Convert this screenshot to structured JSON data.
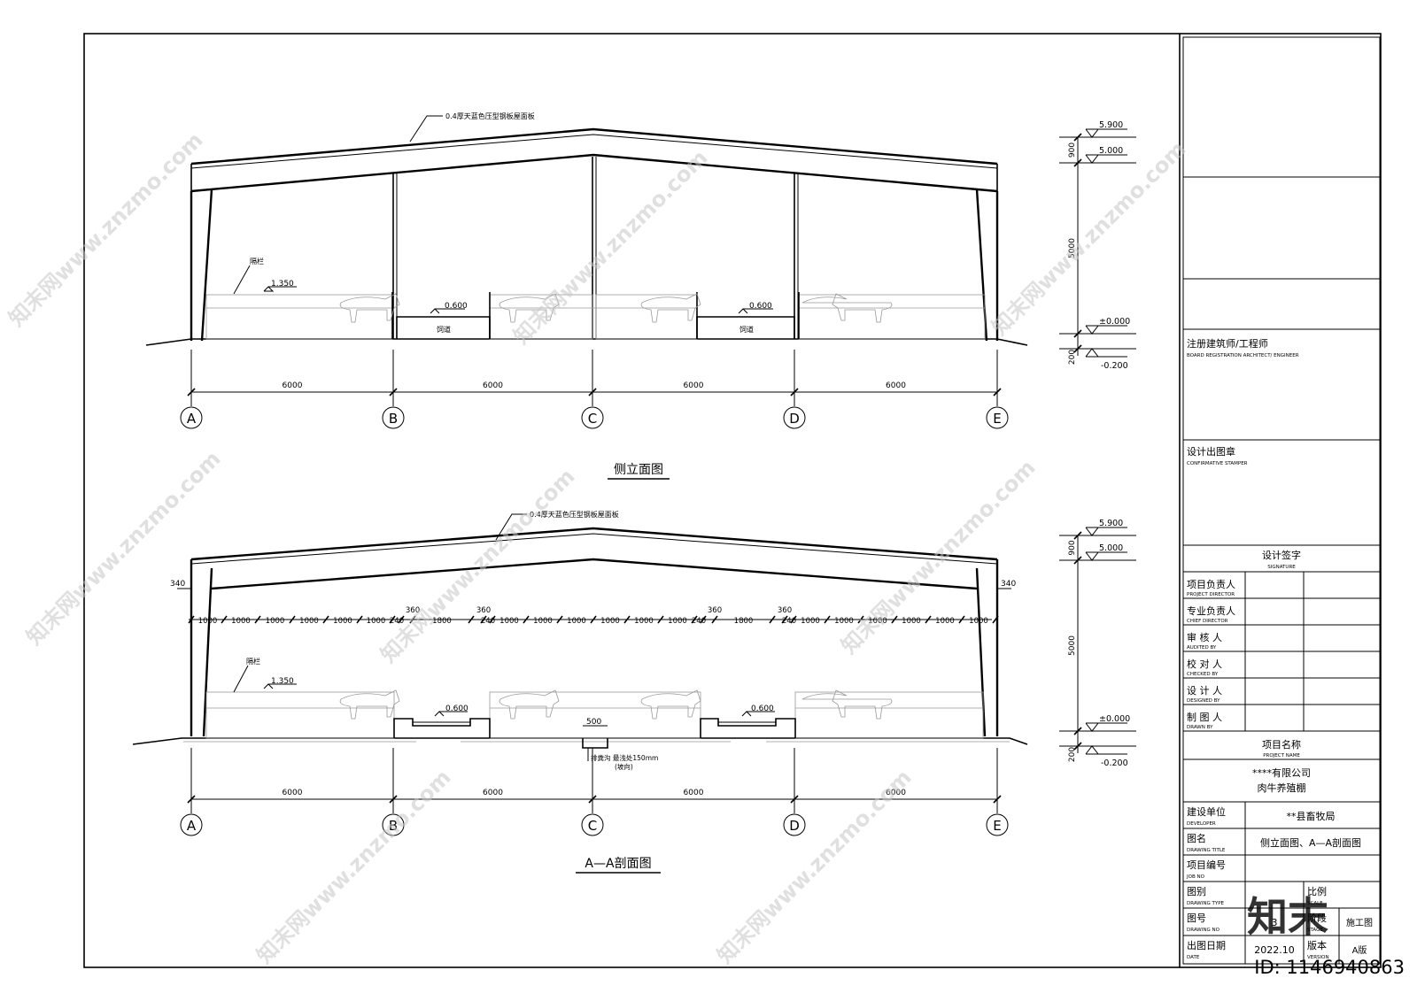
{
  "drawings": {
    "elevation": {
      "title": "侧立面图",
      "roof_note": "0.4厚天蓝色压型钢板屋面板",
      "fence_label": "隔栏",
      "level_fence": "1.350",
      "level_feed_left": "0.600",
      "level_feed_right": "0.600",
      "feed_label_left": "饲道",
      "feed_label_right": "饲道",
      "levels": [
        "5.900",
        "5.000",
        "±0.000",
        "-0.200"
      ],
      "vertical_dims": [
        "900",
        "5000",
        "200"
      ],
      "bay_dims": [
        "6000",
        "6000",
        "6000",
        "6000"
      ],
      "axes": [
        "A",
        "B",
        "C",
        "D",
        "E"
      ]
    },
    "section": {
      "title": "A—A剖面图",
      "roof_note": "0.4厚天蓝色压型钢板屋面板",
      "fence_label": "隔栏",
      "level_fence": "1.350",
      "level_feed_left": "0.600",
      "level_feed_right": "0.600",
      "edge_dim_left": "340",
      "edge_dim_right": "340",
      "drain_dim": "500",
      "drain_note_1": "排粪沟 最浅处150mm",
      "drain_note_2": "(坡向)",
      "stall_dims": [
        "1000",
        "1000",
        "1000",
        "1000",
        "1000",
        "1000",
        "240",
        "360",
        "1800",
        "360",
        "240",
        "1000",
        "1000",
        "1000",
        "1000",
        "1000",
        "1000",
        "240",
        "360",
        "1800",
        "360",
        "240",
        "1000",
        "1000",
        "1000",
        "1000",
        "1000",
        "1000"
      ],
      "levels": [
        "5.900",
        "5.000",
        "±0.000",
        "-0.200"
      ],
      "vertical_dims": [
        "900",
        "5000",
        "200"
      ],
      "bay_dims": [
        "6000",
        "6000",
        "6000",
        "6000"
      ],
      "axes": [
        "A",
        "B",
        "C",
        "D",
        "E"
      ]
    }
  },
  "title_block": {
    "architect_cn": "注册建筑师/工程师",
    "architect_en": "BOARD REGISTRATION ARCHITECT/ ENGINEER",
    "stamp_cn": "设计出图章",
    "stamp_en": "CONFIRMATIVE STAMPER",
    "signature_cn": "设计签字",
    "signature_en": "SIGNATURE",
    "roles": [
      {
        "cn": "项目负责人",
        "en": "PROJECT DIRECTOR"
      },
      {
        "cn": "专业负责人",
        "en": "CHIEF DIRECTOR"
      },
      {
        "cn": "审 核 人",
        "en": "AUDITED BY"
      },
      {
        "cn": "校 对 人",
        "en": "CHECKED BY"
      },
      {
        "cn": "设 计 人",
        "en": "DESIGNED BY"
      },
      {
        "cn": "制 图 人",
        "en": "DRAWN BY"
      }
    ],
    "project_name_cn": "项目名称",
    "project_name_en": "PROJECT NAME",
    "company": "****有限公司",
    "project": "肉牛养殖棚",
    "developer_cn": "建设单位",
    "developer_en": "DEVELOPER",
    "developer_value": "**县畜牧局",
    "drawing_title_cn": "图名",
    "drawing_title_en": "DRAWING TITLE",
    "drawing_title_value": "侧立面图、A—A剖面图",
    "job_no_cn": "项目编号",
    "job_no_en": "JOB NO",
    "type_cn": "图别",
    "type_en": "DRAWING TYPE",
    "scale_cn": "比例",
    "scale_en": "SCALE",
    "drawing_no_cn": "图号",
    "drawing_no_en": "DRAWING NO",
    "drawing_no_value": "3",
    "stage_cn": "阶段",
    "stage_en": "STAGE",
    "stage_value": "施工图",
    "date_cn": "出图日期",
    "date_en": "DATE",
    "date_value": "2022.10",
    "version_cn": "版本",
    "version_en": "VERSION",
    "version_value": "A版"
  },
  "watermark": {
    "site": "知末网www.znzmo.com",
    "logo": "知末",
    "id": "ID: 1146940863"
  }
}
